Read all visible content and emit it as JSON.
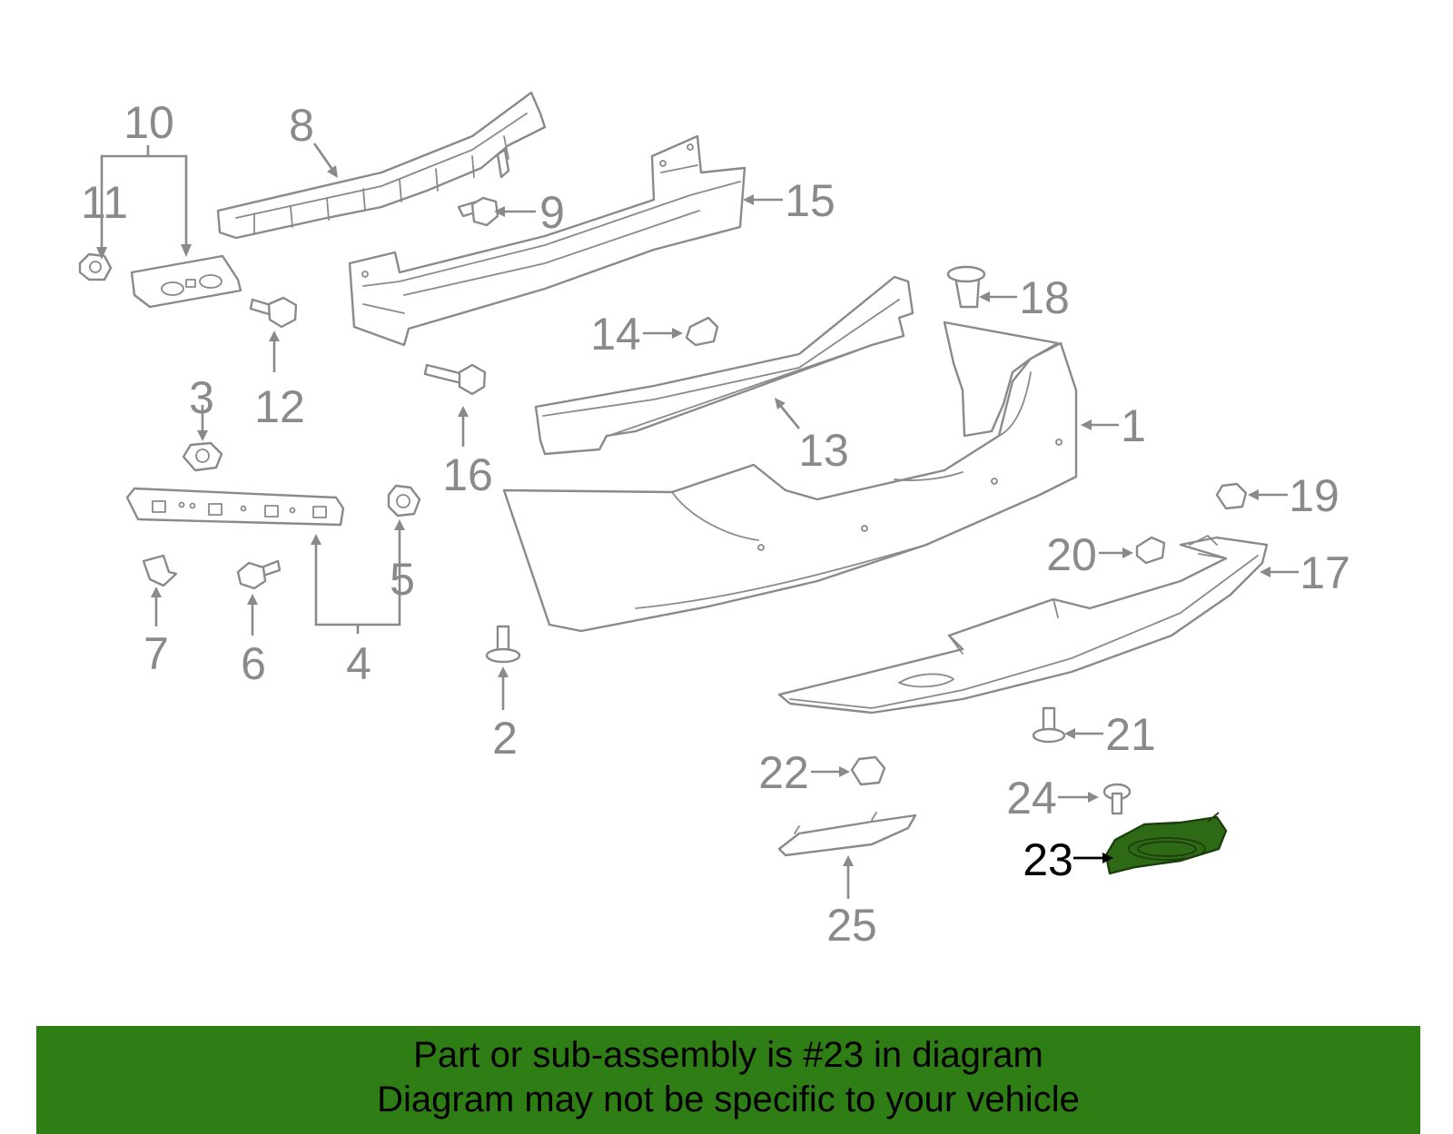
{
  "diagram": {
    "highlight_color": "#2e6a16",
    "callouts": {
      "p1": "1",
      "p2": "2",
      "p3": "3",
      "p4": "4",
      "p5": "5",
      "p6": "6",
      "p7": "7",
      "p8": "8",
      "p9": "9",
      "p10": "10",
      "p11": "11",
      "p12": "12",
      "p13": "13",
      "p14": "14",
      "p15": "15",
      "p16": "16",
      "p17": "17",
      "p18": "18",
      "p19": "19",
      "p20": "20",
      "p21": "21",
      "p22": "22",
      "p23": "23",
      "p24": "24",
      "p25": "25"
    }
  },
  "banner": {
    "color": "#2e7d15",
    "line1": "Part or sub-assembly is #23 in diagram",
    "line2": "Diagram may not be specific to your vehicle"
  }
}
